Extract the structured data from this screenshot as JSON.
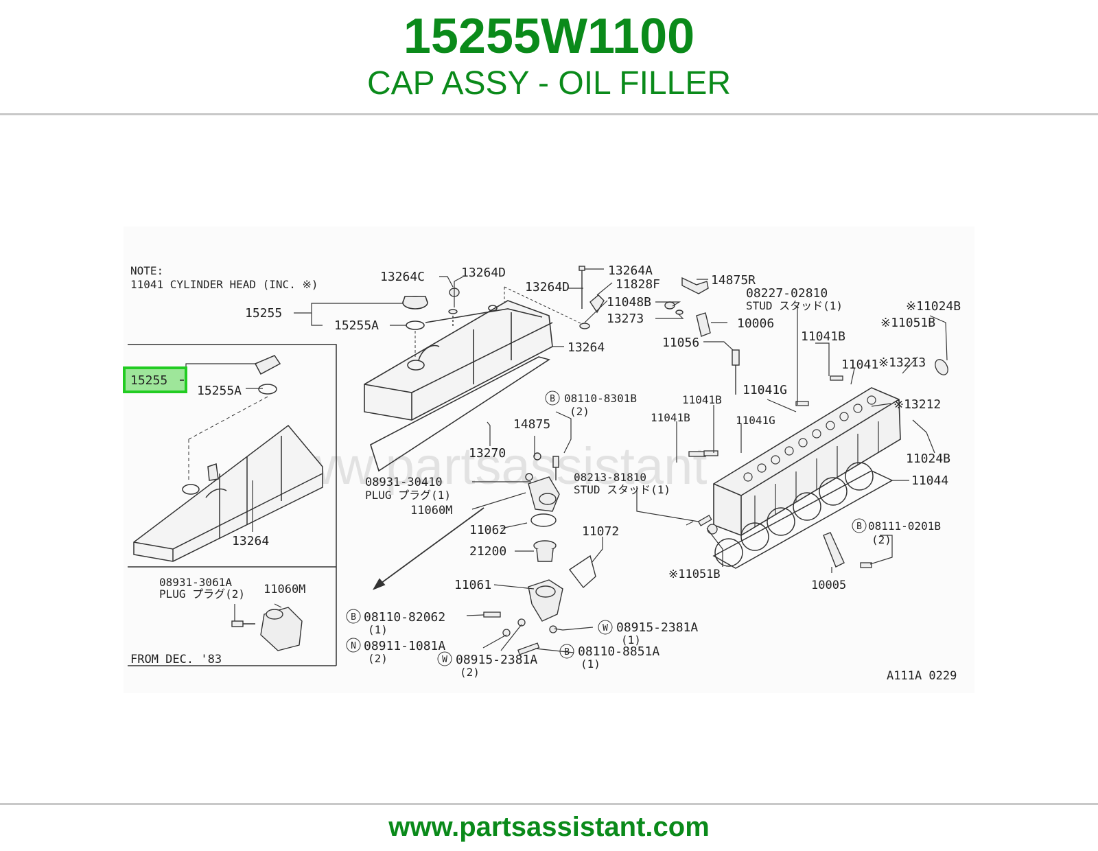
{
  "header": {
    "part_number": "15255W1100",
    "part_name": "CAP ASSY - OIL FILLER"
  },
  "footer": {
    "url": "www.partsassistant.com"
  },
  "diagram": {
    "watermark": "www.partsassistant",
    "figure_code": "A111A 0229",
    "highlight_color": "#22cc22",
    "brand_color": "#0a8a1a",
    "note": [
      "NOTE:",
      "11041  CYLINDER HEAD (INC. ※)"
    ],
    "inset_footer": "FROM DEC. '83",
    "labels": {
      "l_15255_top": "15255",
      "l_15255a_top": "15255A",
      "l_13264c": "13264C",
      "l_13264d_a": "13264D",
      "l_13264d_b": "13264D",
      "l_13264a": "13264A",
      "l_11828f": "11828F",
      "l_11048b": "11048B",
      "l_13273": "13273",
      "l_14875r": "14875R",
      "l_10006": "10006",
      "l_08227": "08227-02810",
      "l_stud1": "STUD スタッド(1)",
      "l_13264": "13264",
      "l_11056": "11056",
      "l_13270": "13270",
      "l_11024b_a": "※11024B",
      "l_11051b_a": "※11051B",
      "l_11041b_a": "11041B",
      "l_11041": "11041",
      "l_13213": "※13213",
      "l_13212": "※13212",
      "l_11041g_a": "11041G",
      "l_11041b_b": "11041B",
      "l_11041b_c": "11041B",
      "l_11041g_b": "11041G",
      "l_11024b_b": "11024B",
      "l_11044": "11044",
      "l_08110_8301b": "08110-8301B",
      "l_q2a": "(2)",
      "l_14875": "14875",
      "l_08931_30410": "08931-30410",
      "l_plug1": "PLUG プラグ(1)",
      "l_08213": "08213-81810",
      "l_stud2": "STUD スタッド(1)",
      "l_11060m_a": "11060M",
      "l_11062": "11062",
      "l_21200": "21200",
      "l_11072": "11072",
      "l_11061": "11061",
      "l_08111": "08111-0201B",
      "l_q2b": "(2)",
      "l_11051b_b": "※11051B",
      "l_10005": "10005",
      "l_08110_82062": "08110-82062",
      "l_q1a": "(1)",
      "l_08911": "08911-1081A",
      "l_q2c": "(2)",
      "l_08915_a": "08915-2381A",
      "l_q2d": "(2)",
      "l_08110_8851a": "08110-8851A",
      "l_q1b": "(1)",
      "l_08915_b": "08915-2381A",
      "l_q1c": "(1)",
      "l_15255_inset": "15255",
      "l_15255a_inset": "15255A",
      "l_13264_inset": "13264",
      "l_08931_3061a": "08931-3061A",
      "l_plug2": "PLUG プラグ(2)",
      "l_11060m_b": "11060M"
    },
    "circle_marks": {
      "b": "B",
      "n": "N",
      "w": "W"
    }
  }
}
